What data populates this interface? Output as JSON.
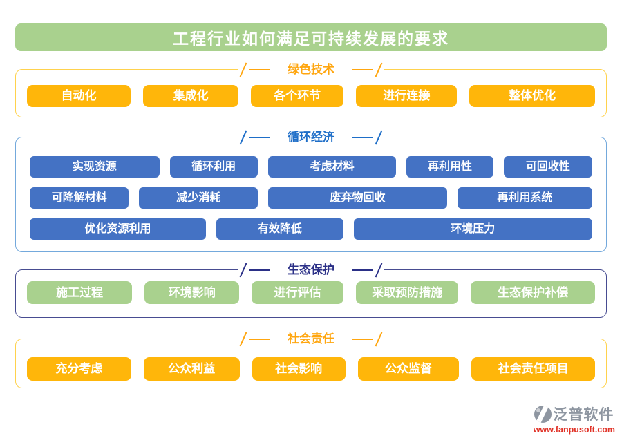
{
  "title": "工程行业如何满足可持续发展的要求",
  "sections": [
    {
      "id": "green-technology",
      "label": "绿色技术",
      "rows": [
        [
          "自动化",
          "集成化",
          "各个环节",
          "进行连接",
          "整体优化"
        ]
      ]
    },
    {
      "id": "circular-economy",
      "label": "循环经济",
      "rows": [
        [
          "实现资源",
          "循环利用",
          "考虑材料",
          "再利用性",
          "可回收性"
        ],
        [
          "可降解材料",
          "减少消耗",
          "废弃物回收",
          "再利用系统"
        ],
        [
          "优化资源利用",
          "有效降低",
          "环境压力"
        ]
      ]
    },
    {
      "id": "ecological-protection",
      "label": "生态保护",
      "rows": [
        [
          "施工过程",
          "环境影响",
          "进行评估",
          "采取预防措施",
          "生态保护补偿"
        ]
      ]
    },
    {
      "id": "social-responsibility",
      "label": "社会责任",
      "rows": [
        [
          "充分考虑",
          "公众利益",
          "社会影响",
          "公众监督",
          "社会责任项目"
        ]
      ]
    }
  ],
  "logo": {
    "name": "泛普软件",
    "url": "www.fanpusoft.com",
    "icon": "fanpu-swoosh-circle-icon"
  },
  "colors": {
    "title_bg": "#A9D18E",
    "yellow_button": "#FFB60A",
    "blue_button": "#4472C4",
    "green_button": "#A9D18E",
    "yellow_header": "#FFA60F",
    "blue_header": "#1E6EC8",
    "navy_header": "#2B3087",
    "yellow_border": "#FFD24D",
    "blue_border": "#74A9DC",
    "navy_border": "#474C91",
    "logo_text": "#8E96A1",
    "logo_url": "#E03227"
  }
}
